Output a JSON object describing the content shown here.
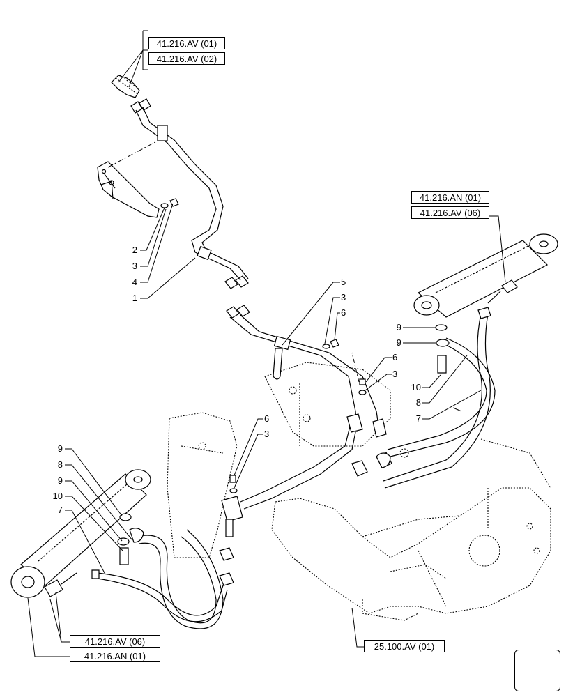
{
  "references": {
    "top_left_1": "41.216.AV (01)",
    "top_left_2": "41.216.AV (02)",
    "right_1": "41.216.AN (01)",
    "right_2": "41.216.AV (06)",
    "bottom_left_1": "41.216.AV (06)",
    "bottom_left_2": "41.216.AN (01)",
    "bottom_center": "25.100.AV (01)"
  },
  "callouts": {
    "c2": "2",
    "c3a": "3",
    "c4": "4",
    "c1": "1",
    "c5": "5",
    "c3b": "3",
    "c6a": "6",
    "c6b": "6",
    "c3c": "3",
    "c9a": "9",
    "c9b": "9",
    "c10a": "10",
    "c8a": "8",
    "c7a": "7",
    "c6c": "6",
    "c3d": "3",
    "c9c": "9",
    "c8b": "8",
    "c9d": "9",
    "c10b": "10",
    "c7b": "7"
  },
  "icons": {
    "navigation": "next-page-arrow-icon"
  }
}
